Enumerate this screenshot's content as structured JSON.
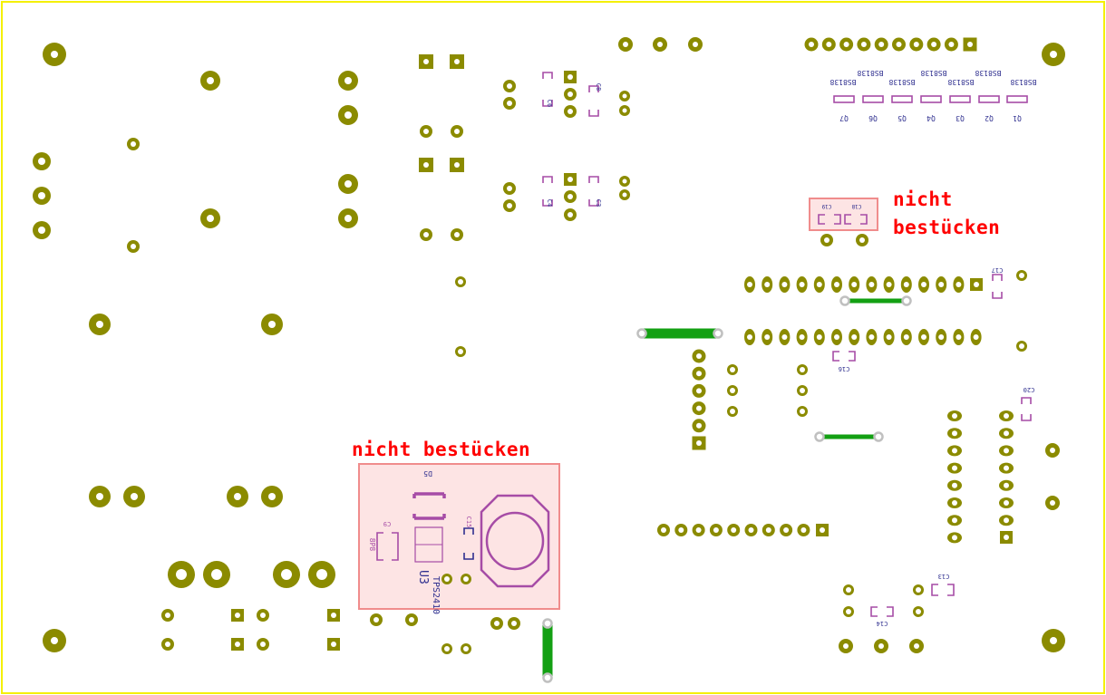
{
  "colors": {
    "board_outline": "#f5f000",
    "pad": "#8b8b00",
    "pad_hole": "#ffffff",
    "silk_part": "#a64ca6",
    "silk_text": "#2f2f8f",
    "trace": "#13a013",
    "via": "#c0c0c0",
    "note_text": "#ff0000",
    "keepout_fill": "#fde4e4",
    "keepout_border": "#f08c8c"
  },
  "notes": {
    "top_right": {
      "line1": "nicht",
      "line2": "bestücken"
    },
    "bottom": {
      "line1": "nicht bestücken"
    }
  },
  "labels": {
    "transistor_types": [
      "BS8138",
      "BS8138",
      "BS8138",
      "BS8138",
      "BS8138",
      "BS8138",
      "BS8138"
    ],
    "transistors": [
      "Q1",
      "Q2",
      "Q3",
      "Q4",
      "Q5",
      "Q6",
      "Q7"
    ],
    "caps": {
      "c19": "C19",
      "c18": "C18",
      "c17": "C17",
      "c16": "C16",
      "c20": "C20",
      "c13": "C13",
      "c14": "C14",
      "c15": "C15",
      "c9": "C9",
      "c8": "C8",
      "c6": "C6",
      "c4": "C4",
      "c3": "C3"
    },
    "diode": "D5",
    "reg_ref": "U3",
    "reg_part": "TPS2410",
    "reg_pkg": "8P8"
  }
}
